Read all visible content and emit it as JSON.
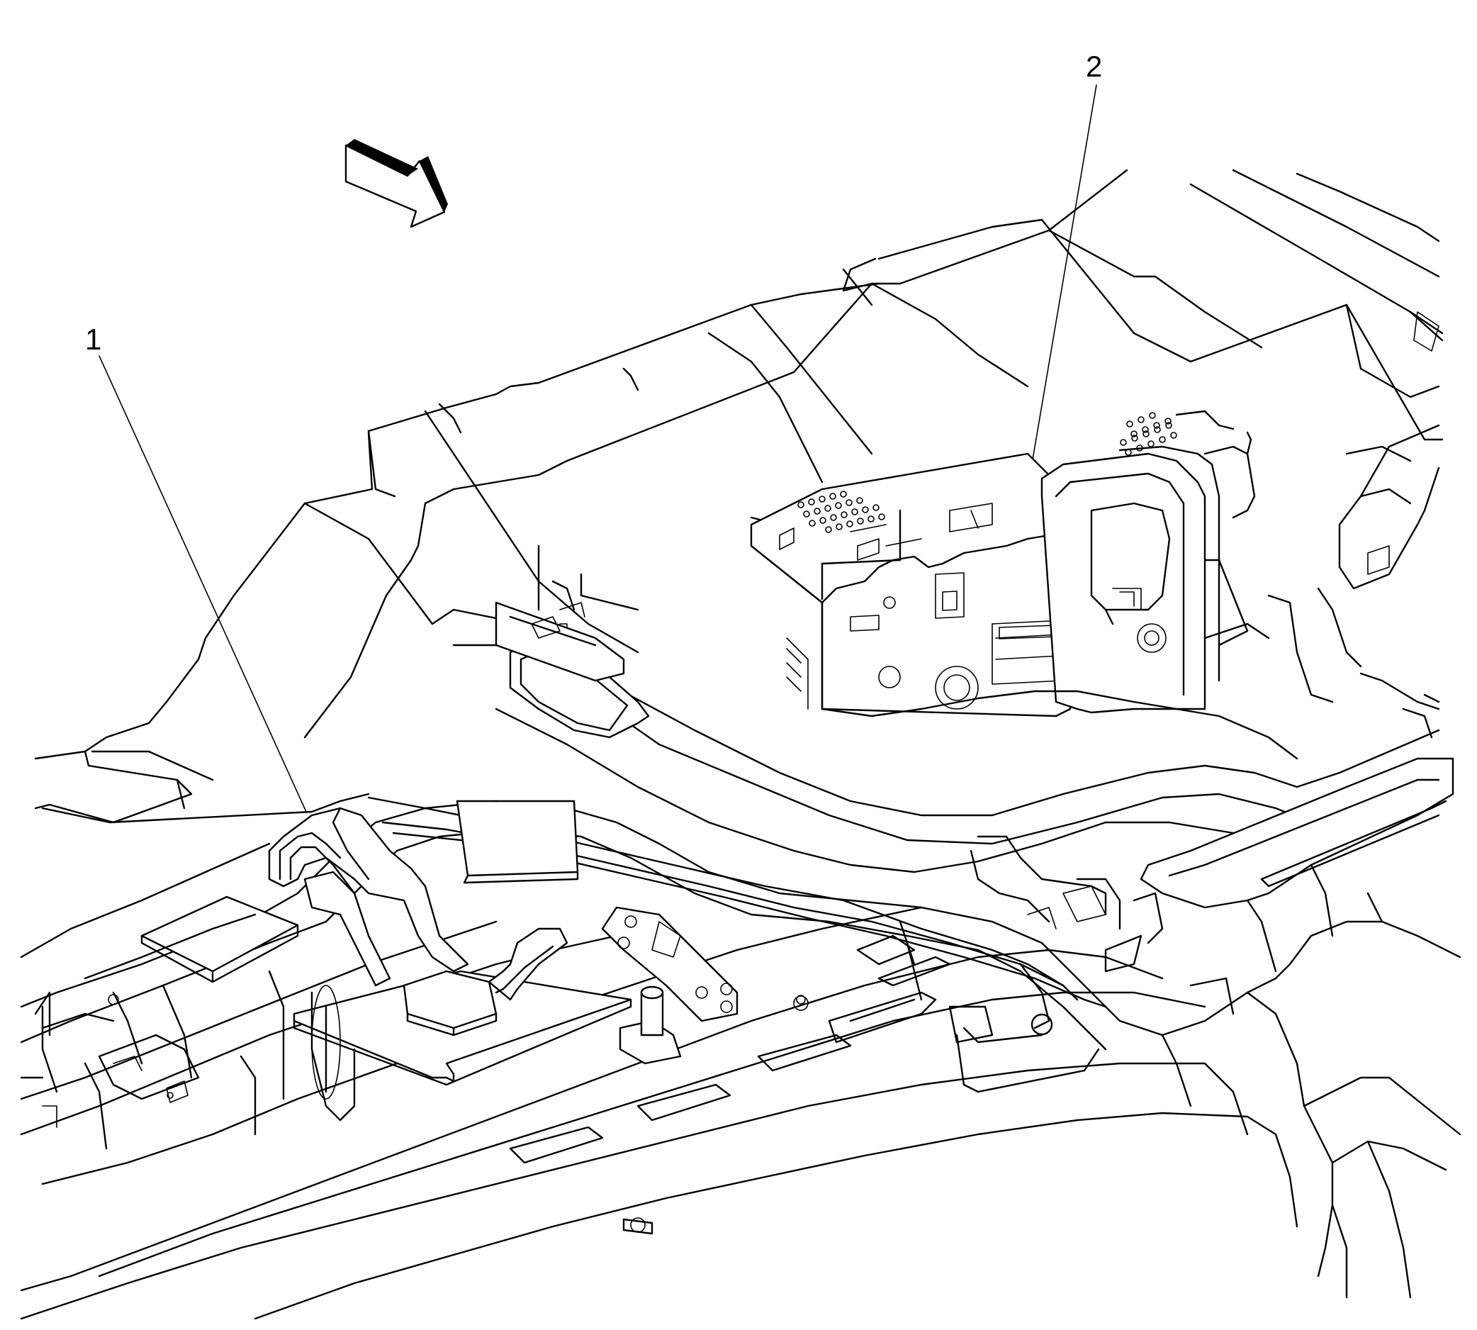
{
  "diagram": {
    "background": "#ffffff",
    "line_color": "#000000",
    "direction_arrow_icon": "front-of-vehicle-arrow-icon",
    "callouts": [
      {
        "id": "1",
        "label": "1"
      },
      {
        "id": "2",
        "label": "2"
      }
    ]
  }
}
